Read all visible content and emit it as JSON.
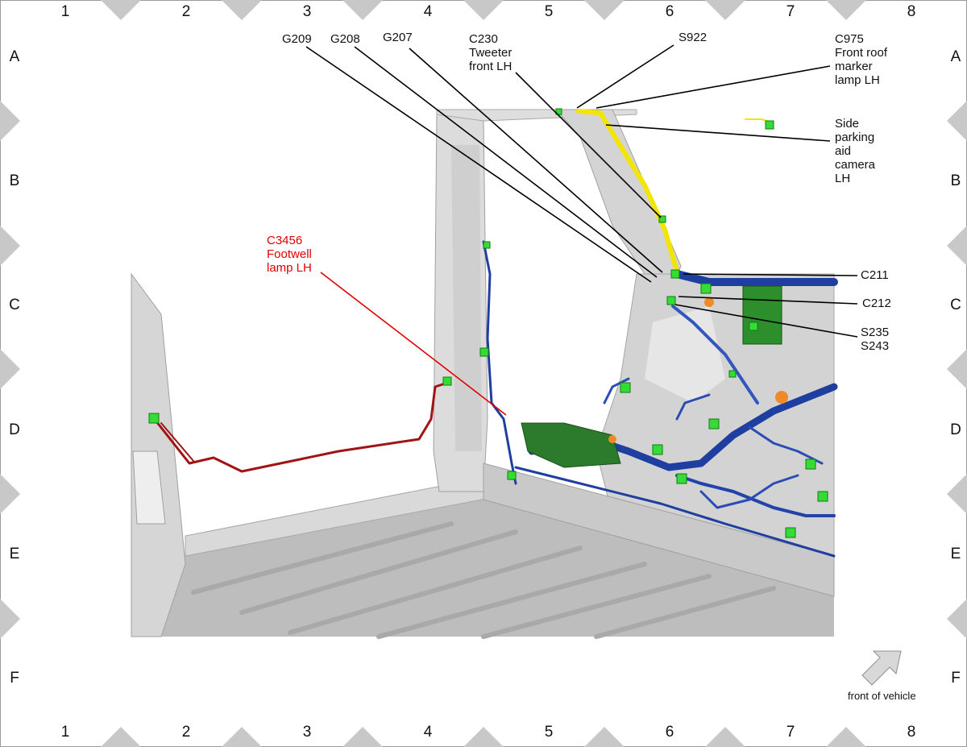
{
  "grid": {
    "columns": [
      "1",
      "2",
      "3",
      "4",
      "5",
      "6",
      "7",
      "8"
    ],
    "rows": [
      "A",
      "B",
      "C",
      "D",
      "E",
      "F"
    ]
  },
  "labels": [
    {
      "id": "g209",
      "text": "G209",
      "color": "black"
    },
    {
      "id": "g208",
      "text": "G208",
      "color": "black"
    },
    {
      "id": "g207",
      "text": "G207",
      "color": "black"
    },
    {
      "id": "c230",
      "text": "C230\nTweeter\nfront LH",
      "color": "black"
    },
    {
      "id": "s922",
      "text": "S922",
      "color": "black"
    },
    {
      "id": "c975",
      "text": "C975\nFront roof\nmarker\nlamp LH",
      "color": "black"
    },
    {
      "id": "side-camera",
      "text": "Side\nparking\naid\ncamera\nLH",
      "color": "black"
    },
    {
      "id": "c211",
      "text": "C211",
      "color": "black"
    },
    {
      "id": "c212",
      "text": "C212",
      "color": "black"
    },
    {
      "id": "s235",
      "text": "S235\nS243",
      "color": "black"
    },
    {
      "id": "c3456",
      "text": "C3456\nFootwell\nlamp LH",
      "color": "#e00000"
    }
  ],
  "orientation": {
    "text": "front of vehicle"
  },
  "colors": {
    "harness_blue": "#1f3fa0",
    "harness_yellow": "#f2e600",
    "harness_red": "#b01010",
    "connector_green": "#2ecc40",
    "body_grey": "#d6d6d6",
    "frame_grey": "#c8c8c8"
  }
}
